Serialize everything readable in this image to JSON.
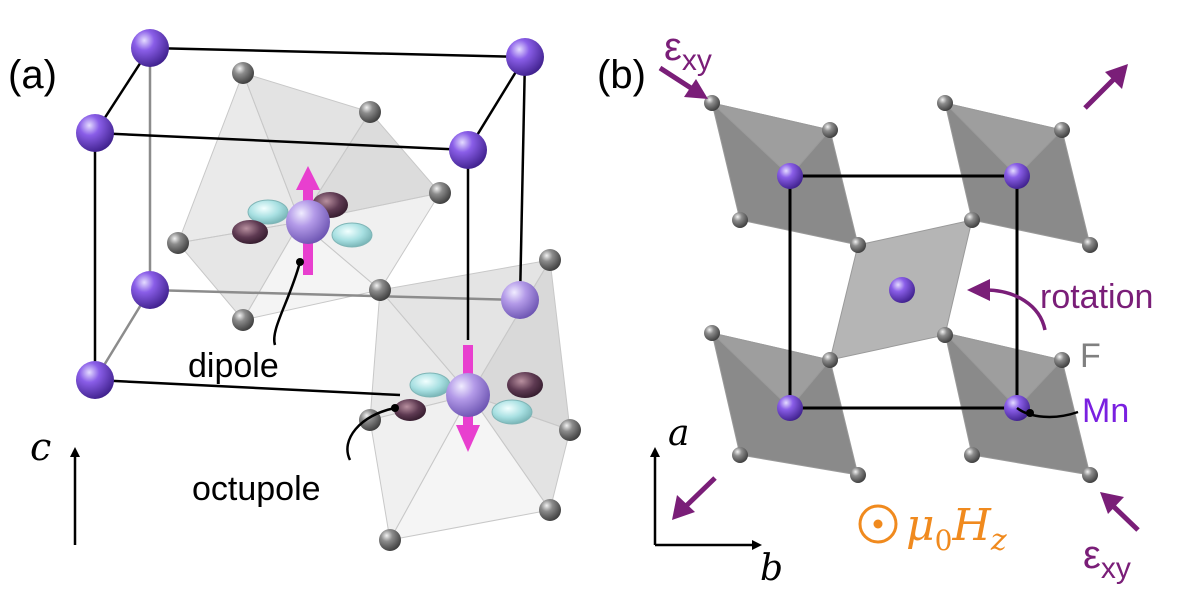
{
  "panel_a": {
    "label": "(a)",
    "axis_label": "c",
    "dipole_label": "dipole",
    "octupole_label": "octupole"
  },
  "panel_b": {
    "label": "(b)",
    "axis_a": "a",
    "axis_b": "b",
    "strain_symbol": "ε",
    "strain_subscript": "xy",
    "rotation_label": "rotation",
    "fluorine_label": "F",
    "manganese_label": "Mn",
    "field_mu": "μ",
    "field_sub0": "0",
    "field_H": "H",
    "field_subz": "z"
  },
  "colors": {
    "mn_atom": "#6a3fc8",
    "mn_atom_light": "#9d7ce0",
    "f_atom": "#707070",
    "dipole_arrow": "#e83fcf",
    "strain_arrow": "#7a1e78",
    "field_label": "#f08a1e",
    "mn_label": "#7a20e0",
    "f_label": "#808080",
    "octahedron_dark": "#808080",
    "octahedron_light": "#bdbdbd",
    "orbital_cyan": "#a8e4e4",
    "orbital_purple": "#5e3a52"
  }
}
